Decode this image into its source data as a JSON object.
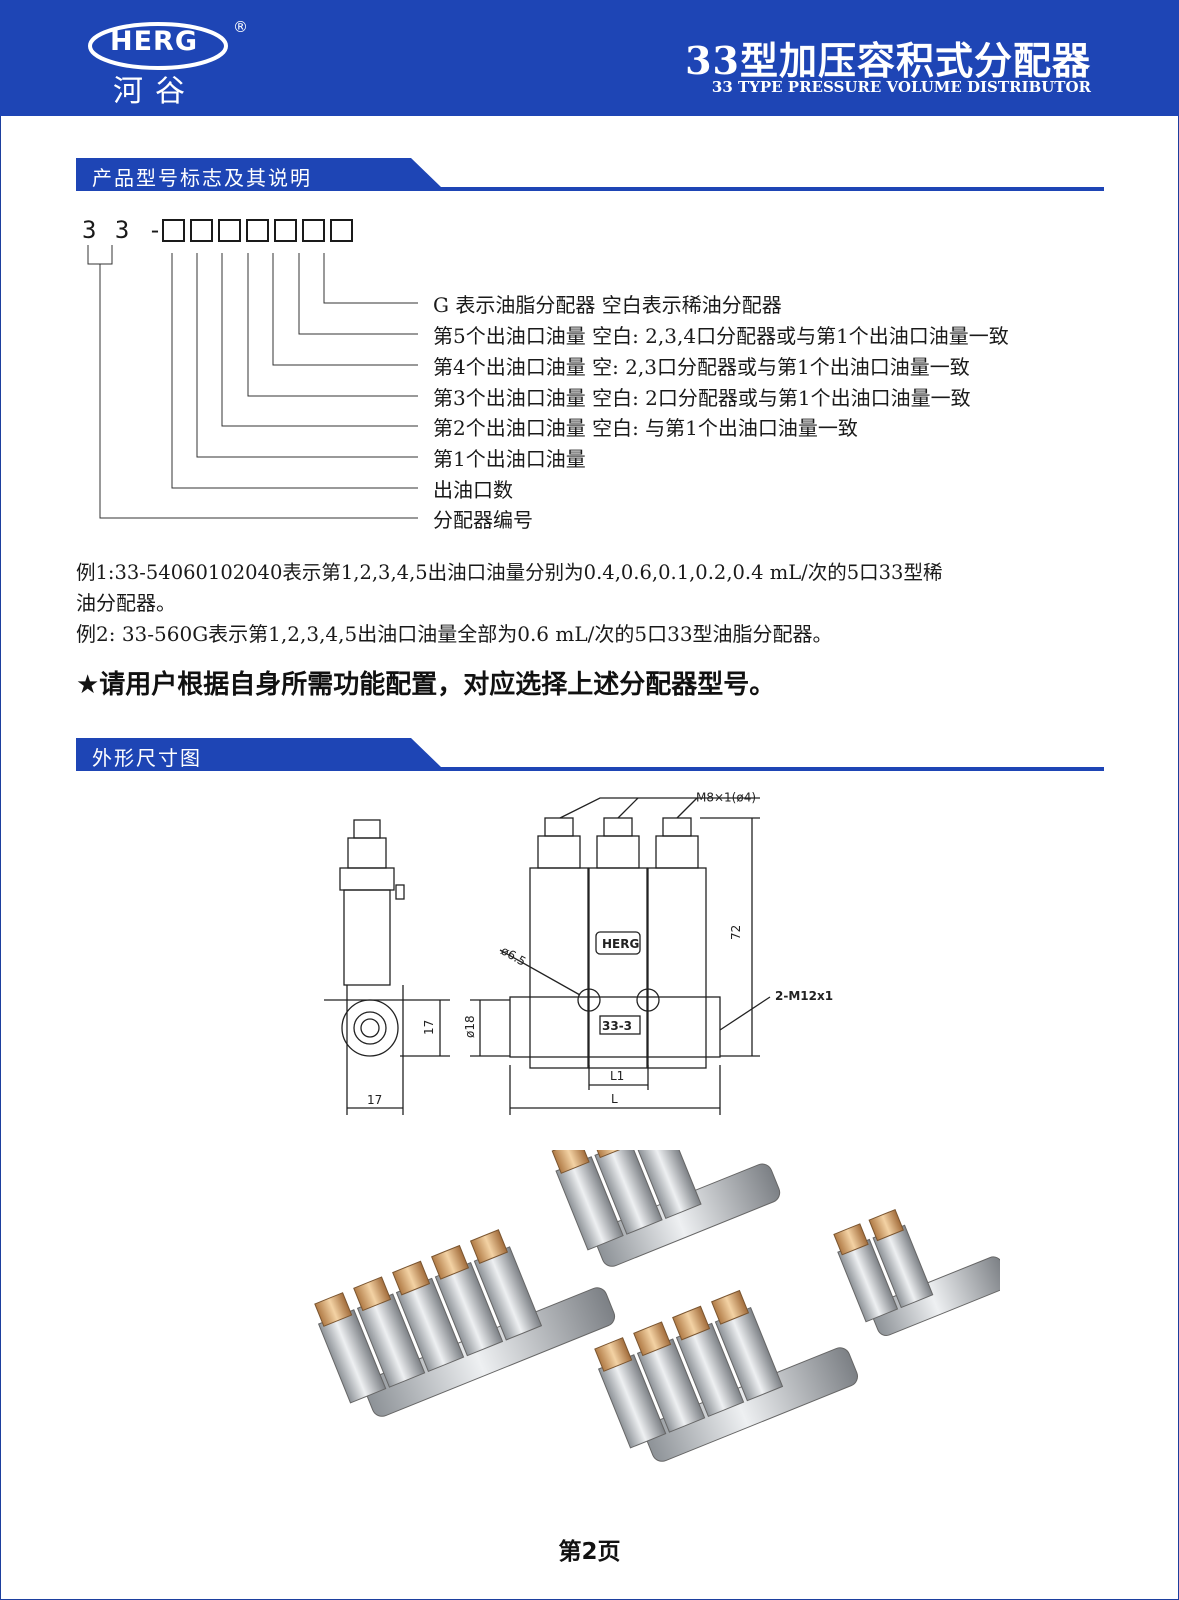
{
  "header": {
    "logo_text": "HERG",
    "logo_cn": "河谷",
    "logo_reg": "®",
    "title_cn": "33型加压容积式分配器",
    "title_en": "33 TYPE PRESSURE VOLUME DISTRIBUTOR",
    "color": "#1e45b5"
  },
  "section1": {
    "title": "产品型号标志及其说明",
    "code_prefix": "3 3 -",
    "descriptions": [
      "G 表示油脂分配器 空白表示稀油分配器",
      "第5个出油口油量 空白: 2,3,4口分配器或与第1个出油口油量一致",
      "第4个出油口油量 空: 2,3口分配器或与第1个出油口油量一致",
      "第3个出油口油量 空白: 2口分配器或与第1个出油口油量一致",
      "第2个出油口油量 空白: 与第1个出油口油量一致",
      "第1个出油口油量",
      "出油口数",
      "分配器编号"
    ],
    "example1_line1": "例1:33-54060102040表示第1,2,3,4,5出油口油量分别为0.4,0.6,0.1,0.2,0.4 mL/次的5口33型稀",
    "example1_line2": "油分配器。",
    "example2": "例2: 33-560G表示第1,2,3,4,5出油口油量全部为0.6 mL/次的5口33型油脂分配器。",
    "notice": "★请用户根据自身所需功能配置，对应选择上述分配器型号。"
  },
  "section2": {
    "title": "外形尺寸图",
    "dims": {
      "thread_top": "M8×1(ø4)",
      "height": "72",
      "side_thread": "2-M12x1",
      "hole_dia": "ø6.5",
      "body_dia": "ø18",
      "body_h": "17",
      "width_side": "17",
      "l1": "L1",
      "l": "L",
      "plate": "33-3",
      "brand": "HERG"
    }
  },
  "footer": {
    "page": "第2页"
  }
}
